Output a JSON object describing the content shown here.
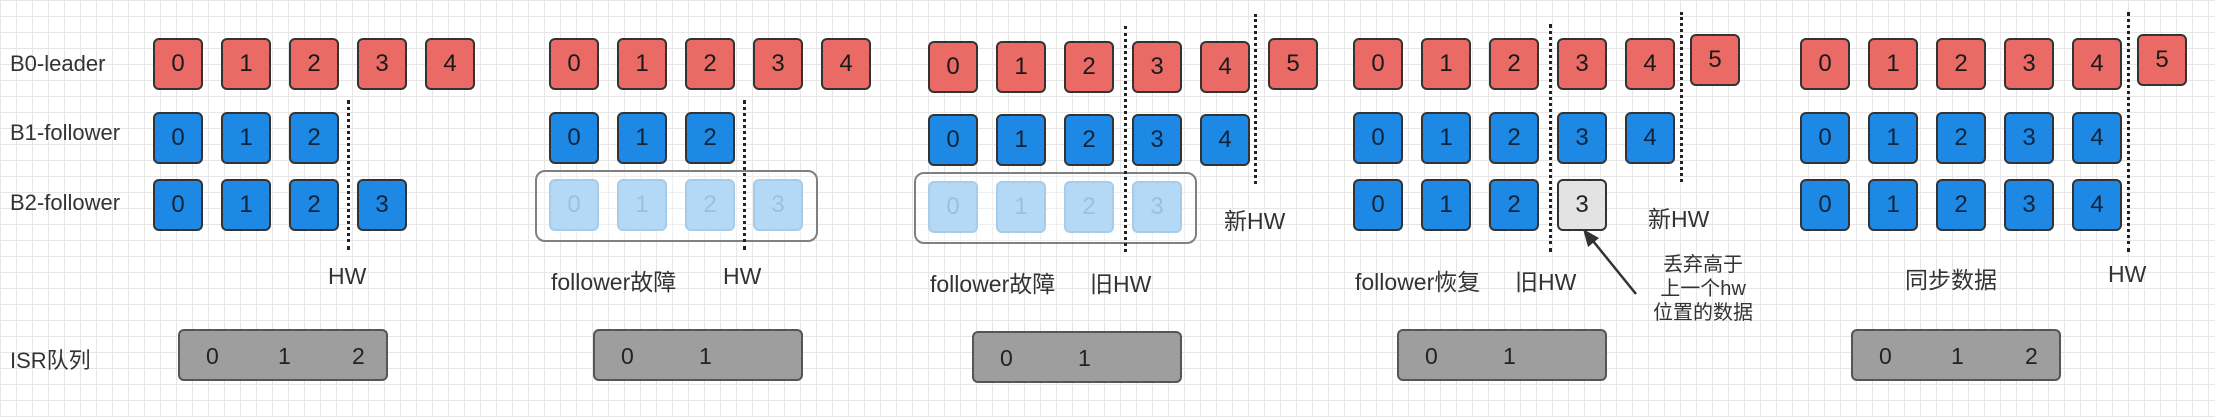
{
  "rows": {
    "b0": "B0-leader",
    "b1": "B1-follower",
    "b2": "B2-follower",
    "isr": "ISR队列"
  },
  "diagrams": [
    {
      "b0": [
        "0",
        "1",
        "2",
        "3",
        "4"
      ],
      "b1": [
        "0",
        "1",
        "2"
      ],
      "b2": [
        "0",
        "1",
        "2",
        "3"
      ],
      "labels": [
        "HW"
      ],
      "isr": [
        "0",
        "1",
        "2"
      ]
    },
    {
      "b0": [
        "0",
        "1",
        "2",
        "3",
        "4"
      ],
      "b1": [
        "0",
        "1",
        "2"
      ],
      "b2": [
        "0",
        "1",
        "2",
        "3"
      ],
      "labels": [
        "follower故障",
        "HW"
      ],
      "isr": [
        "0",
        "1"
      ]
    },
    {
      "b0": [
        "0",
        "1",
        "2",
        "3",
        "4",
        "5"
      ],
      "b1": [
        "0",
        "1",
        "2",
        "3",
        "4"
      ],
      "b2": [
        "0",
        "1",
        "2",
        "3"
      ],
      "labels": [
        "follower故障",
        "旧HW",
        "新HW"
      ],
      "isr": [
        "0",
        "1"
      ]
    },
    {
      "b0": [
        "0",
        "1",
        "2",
        "3",
        "4",
        "5"
      ],
      "b1": [
        "0",
        "1",
        "2",
        "3",
        "4"
      ],
      "b2": [
        "0",
        "1",
        "2",
        "3"
      ],
      "labels": [
        "follower恢复",
        "旧HW",
        "新HW"
      ],
      "note": [
        "丢弃高于",
        "上一个hw",
        "位置的数据"
      ],
      "isr": [
        "0",
        "1"
      ]
    },
    {
      "b0": [
        "0",
        "1",
        "2",
        "3",
        "4",
        "5"
      ],
      "b1": [
        "0",
        "1",
        "2",
        "3",
        "4"
      ],
      "b2": [
        "0",
        "1",
        "2",
        "3",
        "4"
      ],
      "labels": [
        "同步数据",
        "HW"
      ],
      "isr": [
        "0",
        "1",
        "2"
      ]
    }
  ],
  "colors": {
    "leader": "#ea6b66",
    "follower": "#1e88e5",
    "offline": "#b3d9f7",
    "discarded": "#e3e3e3",
    "isr_queue": "#9e9e9e"
  }
}
